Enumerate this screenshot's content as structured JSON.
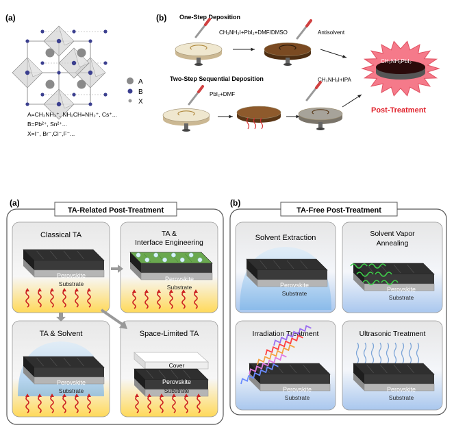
{
  "top": {
    "panel_a": {
      "label": "(a)",
      "legend": [
        {
          "symbol": "A",
          "color": "#8a8a8a"
        },
        {
          "symbol": "B",
          "color": "#3b3f8f"
        },
        {
          "symbol": "X",
          "color": "#9a9a9a"
        }
      ],
      "composition": [
        "A=CH₃NH₃⁺, NH₂CH=NH₂⁺, Cs⁺...",
        "B=Pb²⁺, Sn²⁺...",
        "X=I⁻, Br⁻,Cl⁻,F⁻..."
      ]
    },
    "panel_b": {
      "label": "(b)",
      "one_step_title": "One-Step Deposition",
      "one_step_solution": "CH₃NH₃I+PbI₂+DMF/DMSO",
      "antisolvent": "Antisolvent",
      "two_step_title": "Two-Step Sequential Deposition",
      "pbi2_solution": "PbI₂+DMF",
      "ipa_solution": "CH₃NH₃I+IPA",
      "product": "CH₃NH₃PbI₃",
      "post_treatment": "Post-Treatment"
    }
  },
  "bottom": {
    "panel_a": {
      "label": "(a)",
      "title": "TA-Related Post-Treatment",
      "cells": [
        {
          "title": [
            "Classical TA"
          ],
          "layers": [
            "Perovskite",
            "Substrate"
          ]
        },
        {
          "title": [
            "TA &",
            "Interface Engineering"
          ],
          "layers": [
            "Perovskite",
            "Substrate"
          ]
        },
        {
          "title": [
            "TA & Solvent"
          ],
          "layers": [
            "Perovskite",
            "Substrate"
          ]
        },
        {
          "title": [
            "Space-Limited TA"
          ],
          "layers": [
            "Cover",
            "Perovskite",
            "Substrate"
          ]
        }
      ]
    },
    "panel_b": {
      "label": "(b)",
      "title": "TA-Free Post-Treatment",
      "cells": [
        {
          "title": [
            "Solvent Extraction"
          ],
          "layers": [
            "Perovskite",
            "Substrate"
          ]
        },
        {
          "title": [
            "Solvent Vapor",
            "Annealing"
          ],
          "layers": [
            "Perovskite",
            "Substrate"
          ]
        },
        {
          "title": [
            "Irradiation Treatment"
          ],
          "layers": [
            "Perovskite",
            "Substrate"
          ]
        },
        {
          "title": [
            "Ultrasonic Treatment"
          ],
          "layers": [
            "Perovskite",
            "Substrate"
          ]
        }
      ]
    }
  },
  "colors": {
    "post_treatment_red": "#e0202a",
    "starburst": "#f57a8a",
    "perovskite_dark": "#2e2e2e",
    "substrate_gray": "#a9a9a9",
    "heat_red": "#cc2222",
    "panel_border": "#555555"
  }
}
